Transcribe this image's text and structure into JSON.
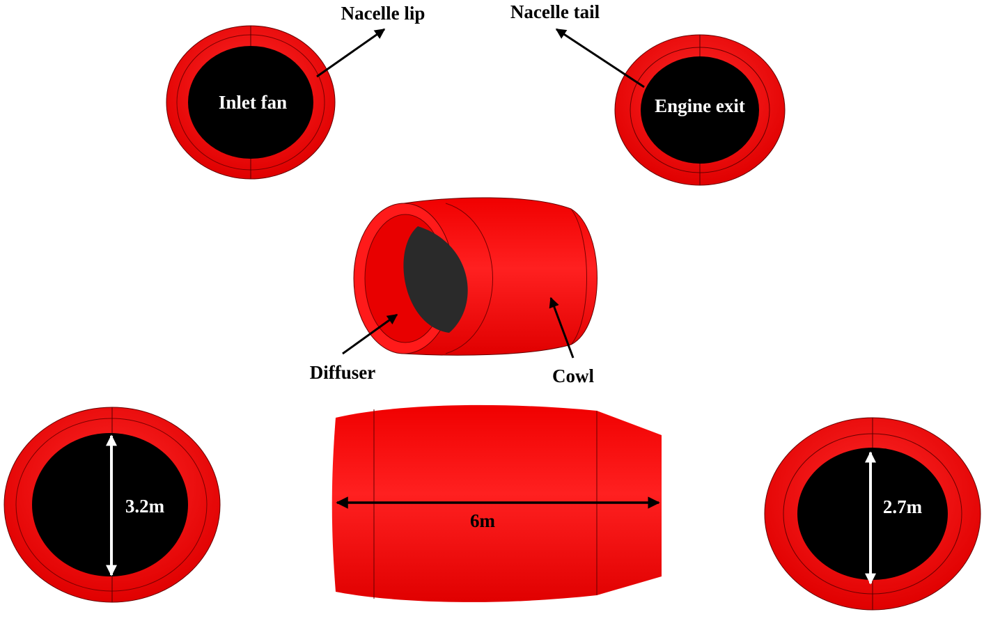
{
  "labels": {
    "nacelle_lip": "Nacelle lip",
    "nacelle_tail": "Nacelle tail",
    "inlet_fan": "Inlet fan",
    "engine_exit": "Engine exit",
    "diffuser": "Diffuser",
    "cowl": "Cowl",
    "inlet_diameter": "3.2m",
    "length": "6m",
    "exit_diameter": "2.7m"
  },
  "colors": {
    "nacelle": "#ff0000",
    "nacelle_dark": "#d80000",
    "opening": "#000000",
    "diffuser_inner": "#2a2a2a"
  }
}
